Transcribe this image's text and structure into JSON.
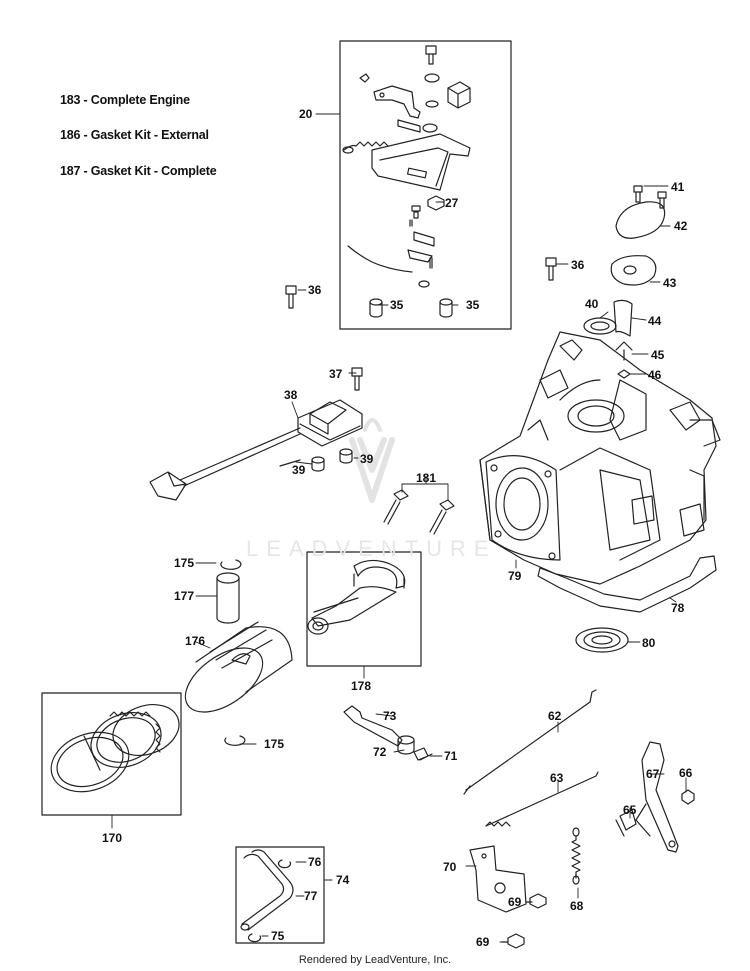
{
  "legend": [
    "183 - Complete Engine",
    "186 - Gasket Kit - External",
    "187 - Gasket Kit - Complete"
  ],
  "callouts": {
    "c20": "20",
    "c27": "27",
    "c35a": "35",
    "c35b": "35",
    "c36a": "36",
    "c36b": "36",
    "c37": "37",
    "c38": "38",
    "c39a": "39",
    "c39b": "39",
    "c40": "40",
    "c41": "41",
    "c42": "42",
    "c43": "43",
    "c44": "44",
    "c45": "45",
    "c46": "46",
    "c62": "62",
    "c63": "63",
    "c65": "65",
    "c66": "66",
    "c67": "67",
    "c68": "68",
    "c69a": "69",
    "c69b": "69",
    "c70": "70",
    "c71": "71",
    "c72": "72",
    "c73": "73",
    "c74": "74",
    "c75": "75",
    "c76": "76",
    "c77": "77",
    "c78": "78",
    "c79": "79",
    "c80": "80",
    "c170": "170",
    "c175a": "175",
    "c175b": "175",
    "c176": "176",
    "c177": "177",
    "c178": "178",
    "c181": "181"
  },
  "watermark": "LEADVENTURE",
  "footer": "Rendered by LeadVenture, Inc."
}
